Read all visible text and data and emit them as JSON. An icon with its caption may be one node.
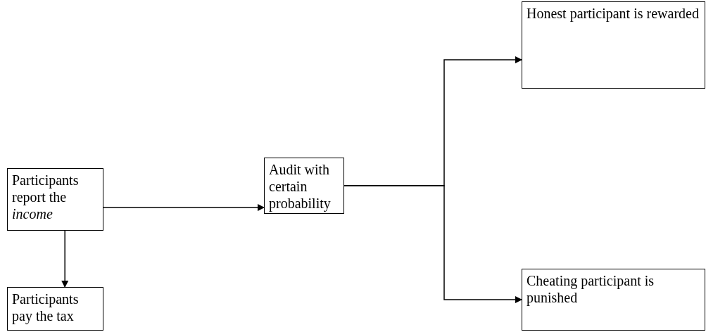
{
  "diagram": {
    "nodes": [
      {
        "text": [
          "Participants report the *income*"
        ]
      },
      {
        "text": [
          "Participants pay the tax"
        ]
      },
      {
        "text": [
          "Audit with certain probability"
        ]
      },
      {
        "text": [
          "Honest participant is rewarded"
        ]
      },
      {
        "text": [
          "Cheating participant is punished"
        ]
      }
    ],
    "edges": [
      {
        "from": 0,
        "to": 2,
        "arrow": "to"
      },
      {
        "from": 0,
        "to": 1,
        "arrow": "to"
      },
      {
        "from": 2,
        "to": 3,
        "arrow": "to"
      },
      {
        "from": 2,
        "to": 4,
        "arrow": "to"
      }
    ]
  }
}
